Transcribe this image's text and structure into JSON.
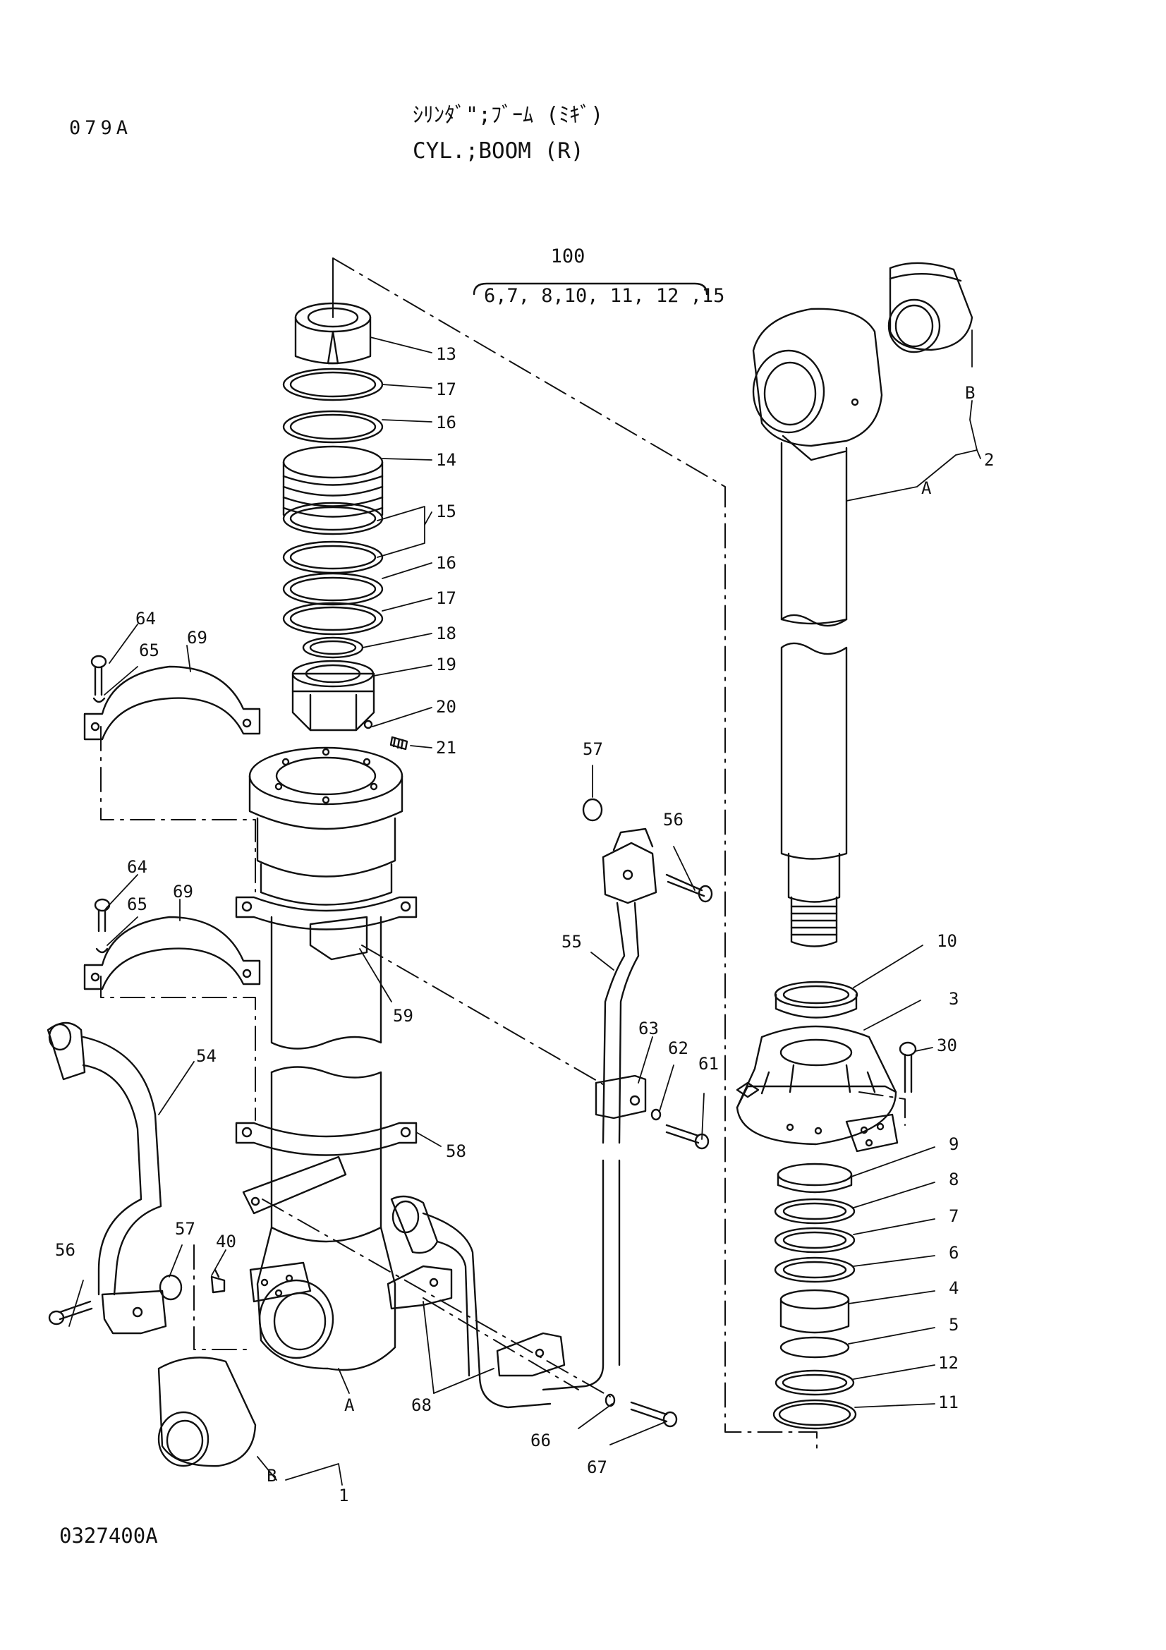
{
  "header": {
    "page_code": "079A",
    "title_jp": "ｼﾘﾝﾀﾞ\";ﾌﾞｰﾑ (ﾐｷﾞ)",
    "title_en": "CYL.;BOOM (R)"
  },
  "kit": {
    "number": "100",
    "contents": "6,7, 8,10, 11, 12 ,15"
  },
  "footer": {
    "drawing_number": "0327400A"
  },
  "callouts": {
    "c13": "13",
    "c17a": "17",
    "c16a": "16",
    "c14": "14",
    "c15": "15",
    "c16b": "16",
    "c17b": "17",
    "c18": "18",
    "c19": "19",
    "c20": "20",
    "c21": "21",
    "c64a": "64",
    "c65a": "65",
    "c69a": "69",
    "c64b": "64",
    "c65b": "65",
    "c69b": "69",
    "c59": "59",
    "c54": "54",
    "c58": "58",
    "c57a": "57",
    "c56a": "56",
    "c40": "40",
    "c57b": "57",
    "c56b": "56",
    "c55": "55",
    "c63": "63",
    "c62": "62",
    "c61": "61",
    "c68": "68",
    "c66": "66",
    "c67": "67",
    "cA1": "A",
    "cB1": "B",
    "c1": "1",
    "cB2": "B",
    "cA2": "A",
    "c2": "2",
    "c10": "10",
    "c3": "3",
    "c30": "30",
    "c9": "9",
    "c8": "8",
    "c7": "7",
    "c6": "6",
    "c4": "4",
    "c5": "5",
    "c12": "12",
    "c11": "11"
  }
}
